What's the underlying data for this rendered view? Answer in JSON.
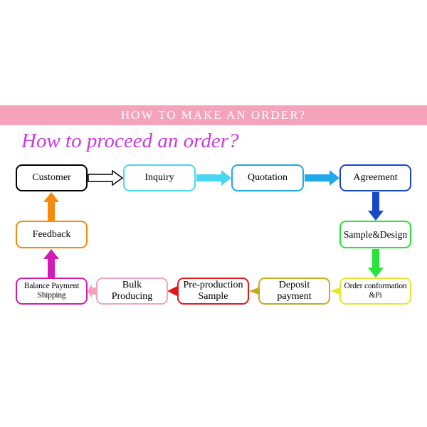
{
  "banner": {
    "title": "HOW TO MAKE AN ORDER?"
  },
  "heading": {
    "text": "How to proceed an order?"
  },
  "steps": [
    {
      "label": "Customer",
      "color": "#000000"
    },
    {
      "label": "Inquiry",
      "color": "#49d6f0"
    },
    {
      "label": "Quotation",
      "color": "#1fa8ec"
    },
    {
      "label": "Agreement",
      "color": "#1746c9"
    },
    {
      "label": "Sample&Design",
      "color": "#28e43a"
    },
    {
      "label": "Order conformation\n&Pi",
      "color": "#e6e62a"
    },
    {
      "label": "Deposit\npayment",
      "color": "#c7a91c"
    },
    {
      "label": "Pre-production\nSample",
      "color": "#e11818"
    },
    {
      "label": "Bulk\nProducing",
      "color": "#f5a3bd"
    },
    {
      "label": "Balance Payment\nShipping",
      "color": "#d21ab5"
    },
    {
      "label": "Feedback",
      "color": "#f58a0c"
    }
  ],
  "colors": {
    "banner": "#f5a3bd",
    "heading": "#c93be0"
  }
}
